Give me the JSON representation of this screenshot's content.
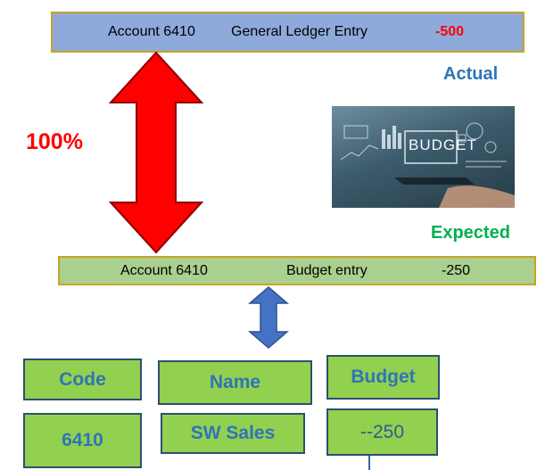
{
  "gl_entry": {
    "account": "Account 6410",
    "description": "General Ledger Entry",
    "amount": "-500"
  },
  "actual_label": "Actual",
  "percent_label": "100%",
  "image_text": "BUDGET",
  "expected_label": "Expected",
  "budget_entry": {
    "account": "Account  6410",
    "description": "Budget entry",
    "amount": "-250"
  },
  "table": {
    "headers": {
      "code": "Code",
      "name": "Name",
      "budget": "Budget"
    },
    "row": {
      "code": "6410",
      "name": "SW Sales",
      "budget": "--250"
    }
  },
  "colors": {
    "gl_bar": "#8eaadb",
    "budget_bar": "#a9d08e",
    "bar_border": "#c9a227",
    "red_arrow": "#ff0000",
    "blue_arrow": "#4472c4",
    "table_box": "#92d050",
    "actual_text": "#2e75b6",
    "expected_text": "#00b050"
  }
}
